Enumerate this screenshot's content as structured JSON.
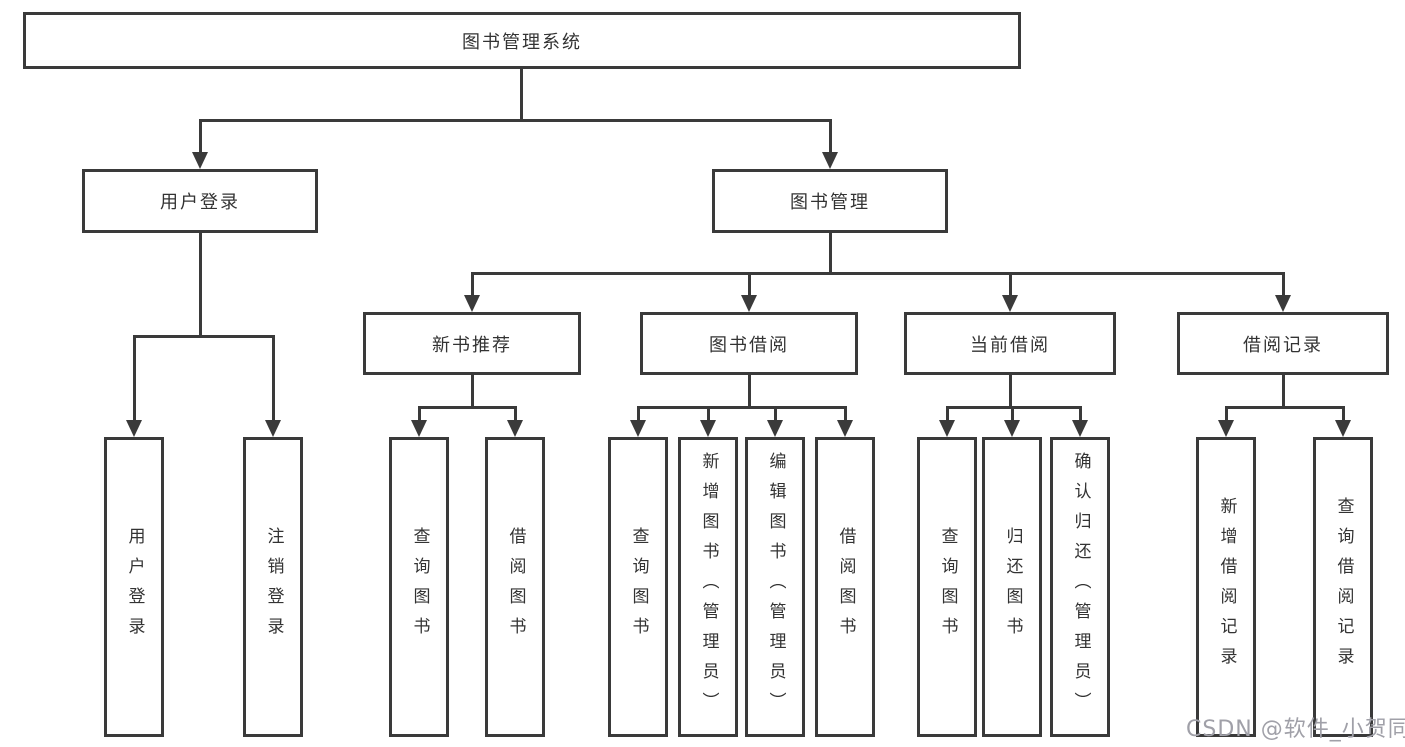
{
  "watermark": "CSDN @软件_小贺同学",
  "colors": {
    "line": "#3a3a3a",
    "text": "#333333",
    "watermark": "#a0a0a8",
    "background": "#ffffff"
  },
  "tree": {
    "root": {
      "label": "图书管理系统"
    },
    "branches": [
      {
        "label": "用户登录",
        "children": [
          {
            "label": "用户登录"
          },
          {
            "label": "注销登录"
          }
        ]
      },
      {
        "label": "图书管理",
        "children": [
          {
            "label": "新书推荐",
            "children": [
              {
                "label": "查询图书"
              },
              {
                "label": "借阅图书"
              }
            ]
          },
          {
            "label": "图书借阅",
            "children": [
              {
                "label": "查询图书"
              },
              {
                "label": "新增图书（管理员）"
              },
              {
                "label": "编辑图书（管理员）"
              },
              {
                "label": "借阅图书"
              }
            ]
          },
          {
            "label": "当前借阅",
            "children": [
              {
                "label": "查询图书"
              },
              {
                "label": "归还图书"
              },
              {
                "label": "确认归还（管理员）"
              }
            ]
          },
          {
            "label": "借阅记录",
            "children": [
              {
                "label": "新增借阅记录"
              },
              {
                "label": "查询借阅记录"
              }
            ]
          }
        ]
      }
    ]
  }
}
